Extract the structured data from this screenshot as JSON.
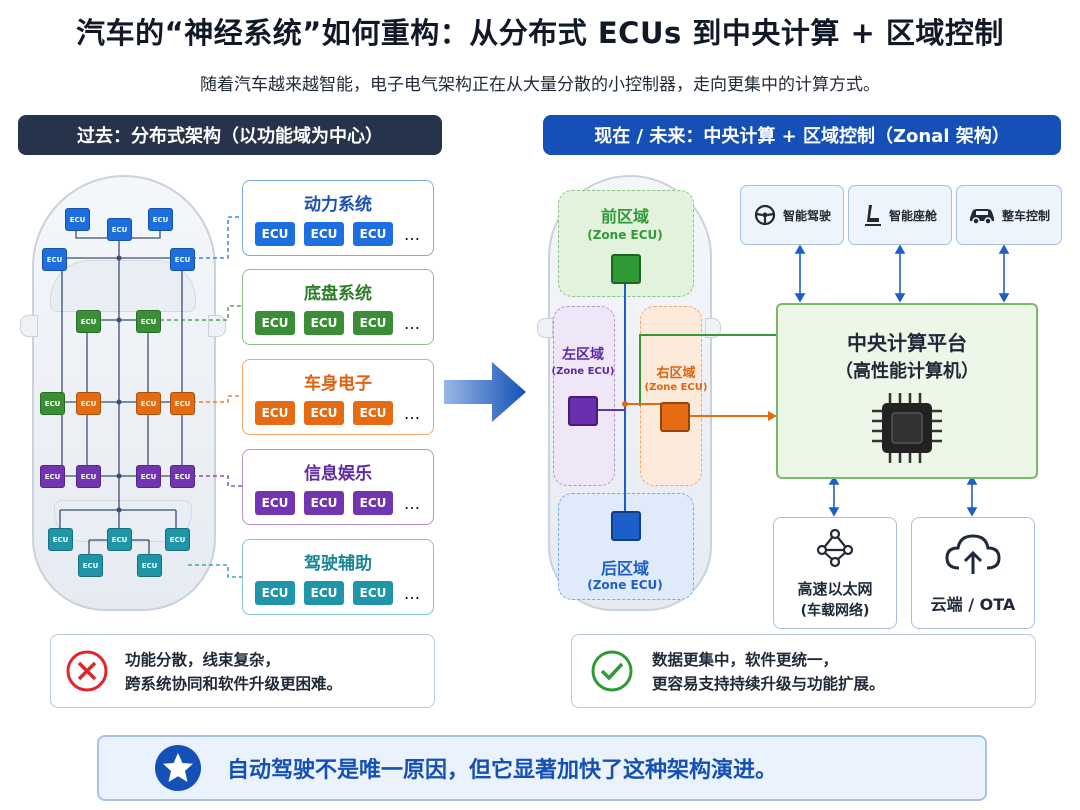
{
  "title": "汽车的“神经系统”如何重构：从分布式 ECUs 到中央计算 + 区域控制",
  "subtitle": "随着汽车越来越智能，电子电气架构正在从大量分散的小控制器，走向更集中的计算方式。",
  "left": {
    "header": "过去：分布式架构（以功能域为中心）",
    "ecu_label": "ECU",
    "chip_label": "ECU",
    "ellipsis": "…",
    "domains": [
      {
        "name": "动力系统",
        "color": "#1d6fe0",
        "text_color": "#1d4fb0",
        "border": "#7aa8ea"
      },
      {
        "name": "底盘系统",
        "color": "#3a8f36",
        "text_color": "#2e7d2b",
        "border": "#8cc484"
      },
      {
        "name": "车身电子",
        "color": "#e46b12",
        "text_color": "#e0620e",
        "border": "#f2a66a"
      },
      {
        "name": "信息娱乐",
        "color": "#7235b1",
        "text_color": "#5f2aa0",
        "border": "#b390d6"
      },
      {
        "name": "驾驶辅助",
        "color": "#1e96a8",
        "text_color": "#1a8597",
        "border": "#82c4cf"
      }
    ],
    "con": {
      "icon": "x-circle-icon",
      "lines": [
        "功能分散，线束复杂，",
        "跨系统协同和软件升级更困难。"
      ]
    }
  },
  "right": {
    "header": "现在 / 未来：中央计算 + 区域控制（Zonal 架构）",
    "zones": {
      "front": {
        "name": "前区域",
        "sub": "(Zone ECU)",
        "color": "#2f9a36"
      },
      "left": {
        "name": "左区域",
        "sub": "(Zone ECU)",
        "color": "#6a2fb0"
      },
      "right": {
        "name": "右区域",
        "sub": "(Zone ECU)",
        "color": "#e0620e"
      },
      "rear": {
        "name": "后区域",
        "sub": "(Zone ECU)",
        "color": "#1d5fc8"
      }
    },
    "functions": [
      {
        "label": "智能驾驶",
        "icon": "steering-wheel-icon"
      },
      {
        "label": "智能座舱",
        "icon": "seat-icon"
      },
      {
        "label": "整车控制",
        "icon": "car-icon"
      }
    ],
    "central": {
      "line1": "中央计算平台",
      "line2": "（高性能计算机）",
      "icon": "processor-icon"
    },
    "ethernet": {
      "line1": "高速以太网",
      "line2": "(车载网络)",
      "icon": "network-icon"
    },
    "cloud": {
      "label": "云端 / OTA",
      "icon": "cloud-upload-icon"
    },
    "pro": {
      "icon": "check-circle-icon",
      "lines": [
        "数据更集中，软件更统一，",
        "更容易支持持续升级与功能扩展。"
      ]
    }
  },
  "banner": {
    "text": "自动驾驶不是唯一原因，但它显著加快了这种架构演进。",
    "icon": "star-icon"
  }
}
